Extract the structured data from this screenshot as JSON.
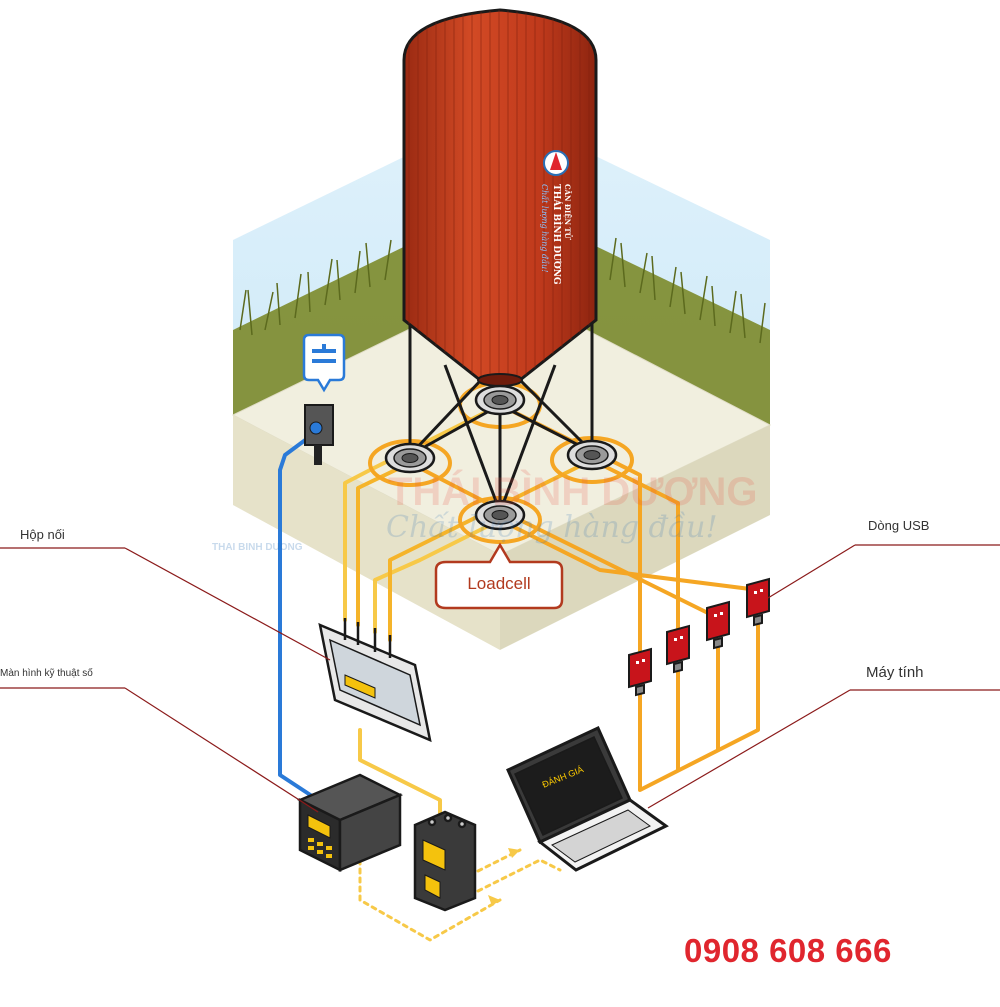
{
  "labels": {
    "junction_box": "Hộp nối",
    "digital_display": "Màn hình kỹ thuật số",
    "usb_cable": "Dòng USB",
    "computer": "Máy tính",
    "loadcell": "Loadcell"
  },
  "laptop_screen_text": "ĐÁNH GIÁ",
  "phone": "0908 608 666",
  "silo_logo": {
    "line1": "CÂN ĐIỆN TỬ",
    "line2": "THÁI BÌNH DƯƠNG",
    "line3": "Chất lượng hàng đầu!"
  },
  "watermark": {
    "name": "THÁI BÌNH DƯƠNG",
    "slogan": "Chất lượng hàng đầu!",
    "small": "THAI BINH DUONG"
  },
  "colors": {
    "silo": "#c23b1e",
    "wire_orange": "#f5a623",
    "wire_yellow": "#f7c948",
    "wire_blue": "#2a7ad8",
    "leader_line": "#8b1a1a",
    "phone": "#e0262e",
    "usb_dongle": "#c8141b"
  },
  "icons": [
    "sensor-icon",
    "usb-dongle-icon",
    "laptop-icon",
    "indicator-icon",
    "handheld-icon",
    "junction-box-icon",
    "loadcell-icon"
  ]
}
